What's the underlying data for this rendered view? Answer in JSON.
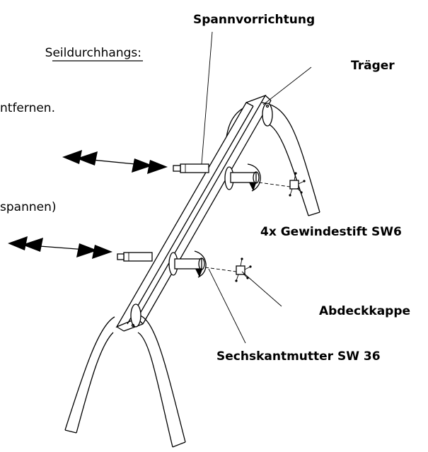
{
  "labels": {
    "spannvorrichtung": "Spannvorrichtung",
    "traeger": "Träger",
    "gewindestift": "4x Gewindestift SW6",
    "abdeckkappe": "Abdeckkappe",
    "sechskantmutter": "Sechskantmutter SW 36"
  },
  "text_fragments": {
    "heading": "Seildurchhangs:",
    "line1": "ntfernen.",
    "line2": "spannen)"
  }
}
